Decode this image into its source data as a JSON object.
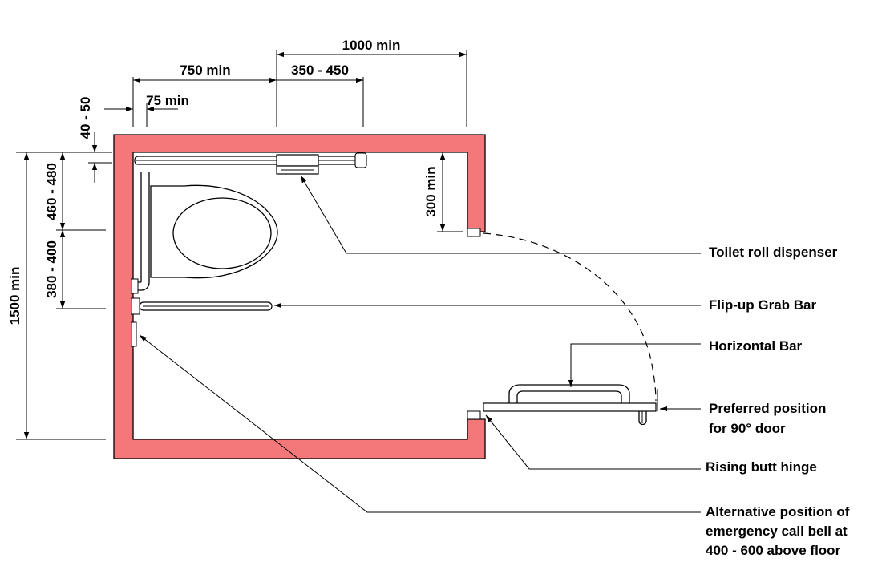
{
  "colors": {
    "wall": "#f4777a",
    "line": "#000000",
    "background": "#ffffff"
  },
  "dimensions": {
    "d1000": "1000 min",
    "d750": "750 min",
    "d350_450": "350 - 450",
    "d75": "75 min",
    "d40_50": "40 - 50",
    "d460_480": "460 - 480",
    "d380_400": "380 - 400",
    "d1500": "1500 min",
    "d300": "300 min"
  },
  "labels": {
    "toilet_roll": "Toilet roll dispenser",
    "flip_up": "Flip-up Grab Bar",
    "horizontal_bar": "Horizontal Bar",
    "preferred_line1": "Preferred position",
    "preferred_line2": "for 90° door",
    "hinge": "Rising butt hinge",
    "alt_line1": "Alternative position of",
    "alt_line2": "emergency call bell at",
    "alt_line3": "400 - 600 above floor"
  }
}
